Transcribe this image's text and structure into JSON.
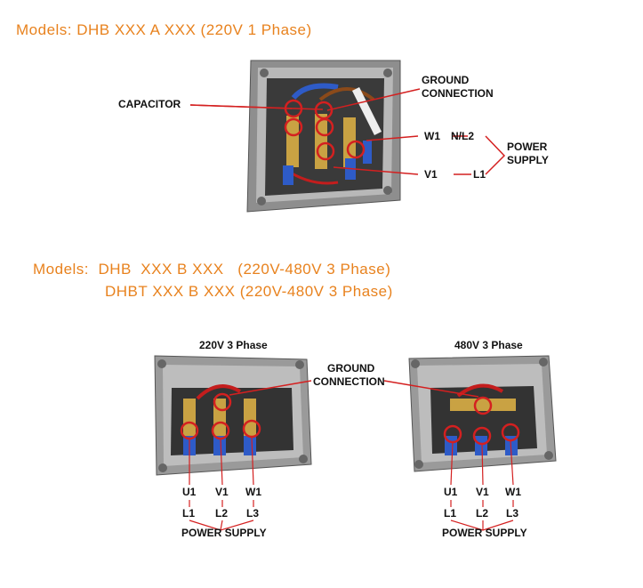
{
  "section1": {
    "model_text": "Models: DHB XXX A XXX (220V 1 Phase)",
    "labels": {
      "capacitor": "CAPACITOR",
      "ground_line1": "GROUND",
      "ground_line2": "CONNECTION",
      "w1": "W1",
      "nl2": "N/L2",
      "v1": "V1",
      "l1": "L1",
      "power1": "POWER",
      "power2": "SUPPLY"
    }
  },
  "section2": {
    "model_line1": "Models:  DHB  XXX B XXX   (220V-480V 3 Phase)",
    "model_line2": "DHBT XXX B XXX (220V-480V 3 Phase)",
    "left_title": "220V 3 Phase",
    "right_title": "480V 3 Phase",
    "ground_line1": "GROUND",
    "ground_line2": "CONNECTION",
    "terminals_top": [
      "U1",
      "V1",
      "W1"
    ],
    "terminals_bottom": [
      "L1",
      "L2",
      "L3"
    ],
    "power_supply": "POWER SUPPLY"
  },
  "colors": {
    "accent": "#E8821E",
    "highlight": "#D42020",
    "terminal_blue": "#2E5BC7",
    "box_gray": "#9A9A9A"
  }
}
